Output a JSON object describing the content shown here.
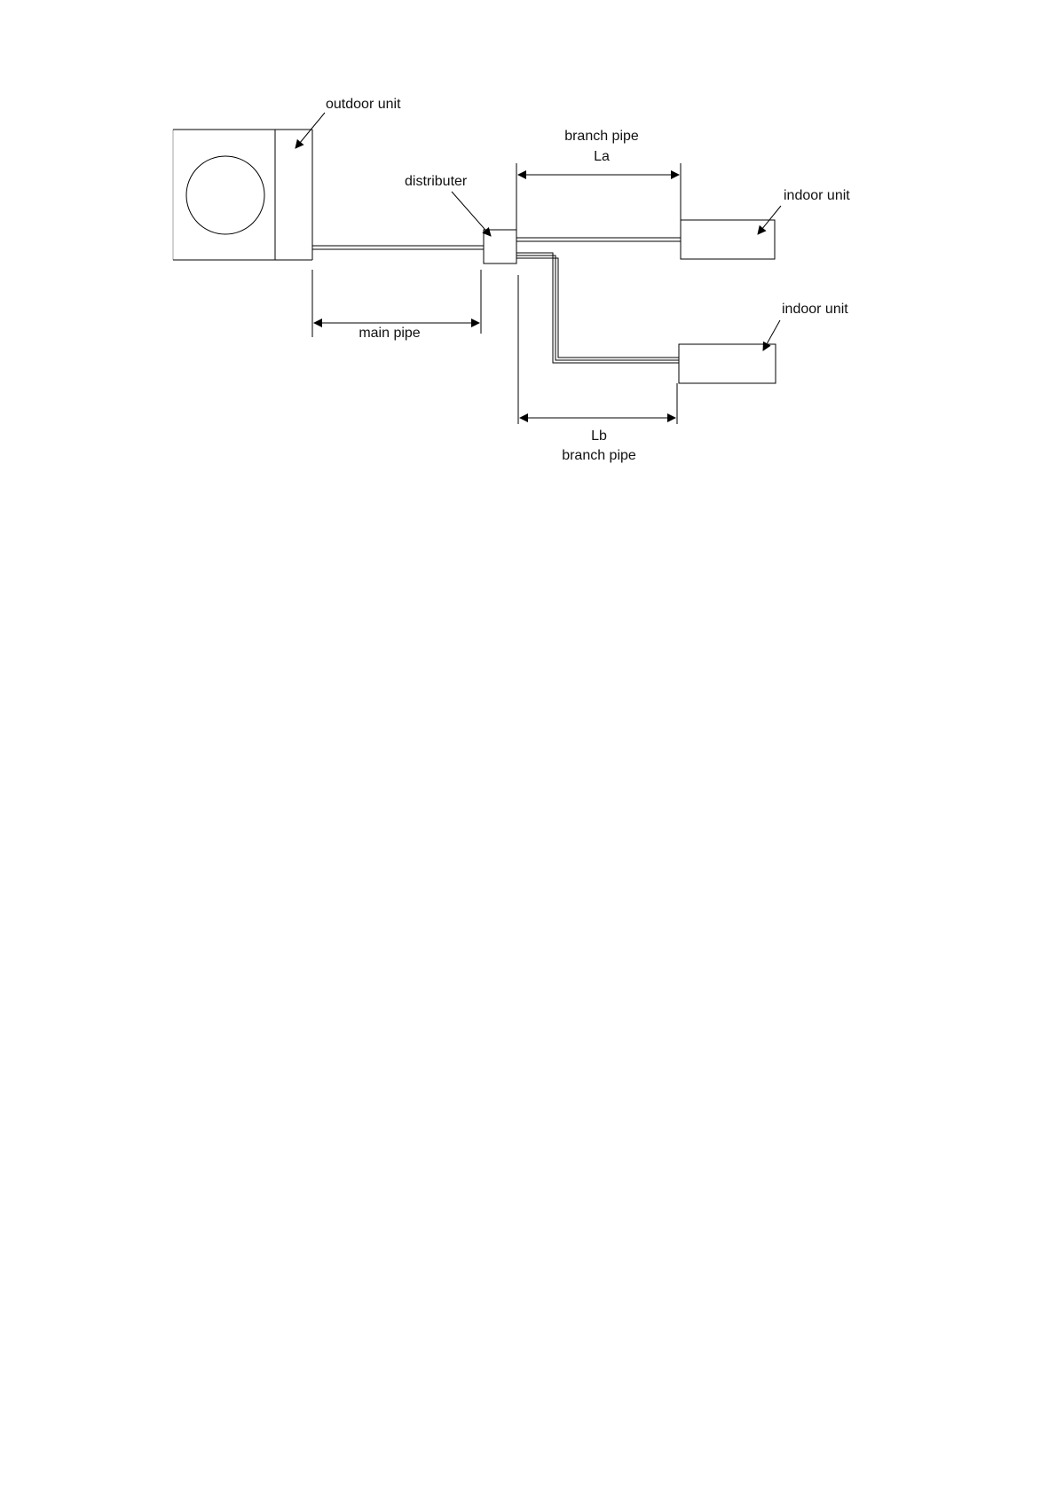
{
  "labels": {
    "outdoor_unit": "outdoor unit",
    "distributer": "distributer",
    "branch_pipe_top": "branch pipe",
    "la": "La",
    "indoor_unit_top": "indoor unit",
    "indoor_unit_bottom": "indoor unit",
    "main_pipe": "main pipe",
    "lb": "Lb",
    "branch_pipe_bottom": "branch pipe"
  }
}
